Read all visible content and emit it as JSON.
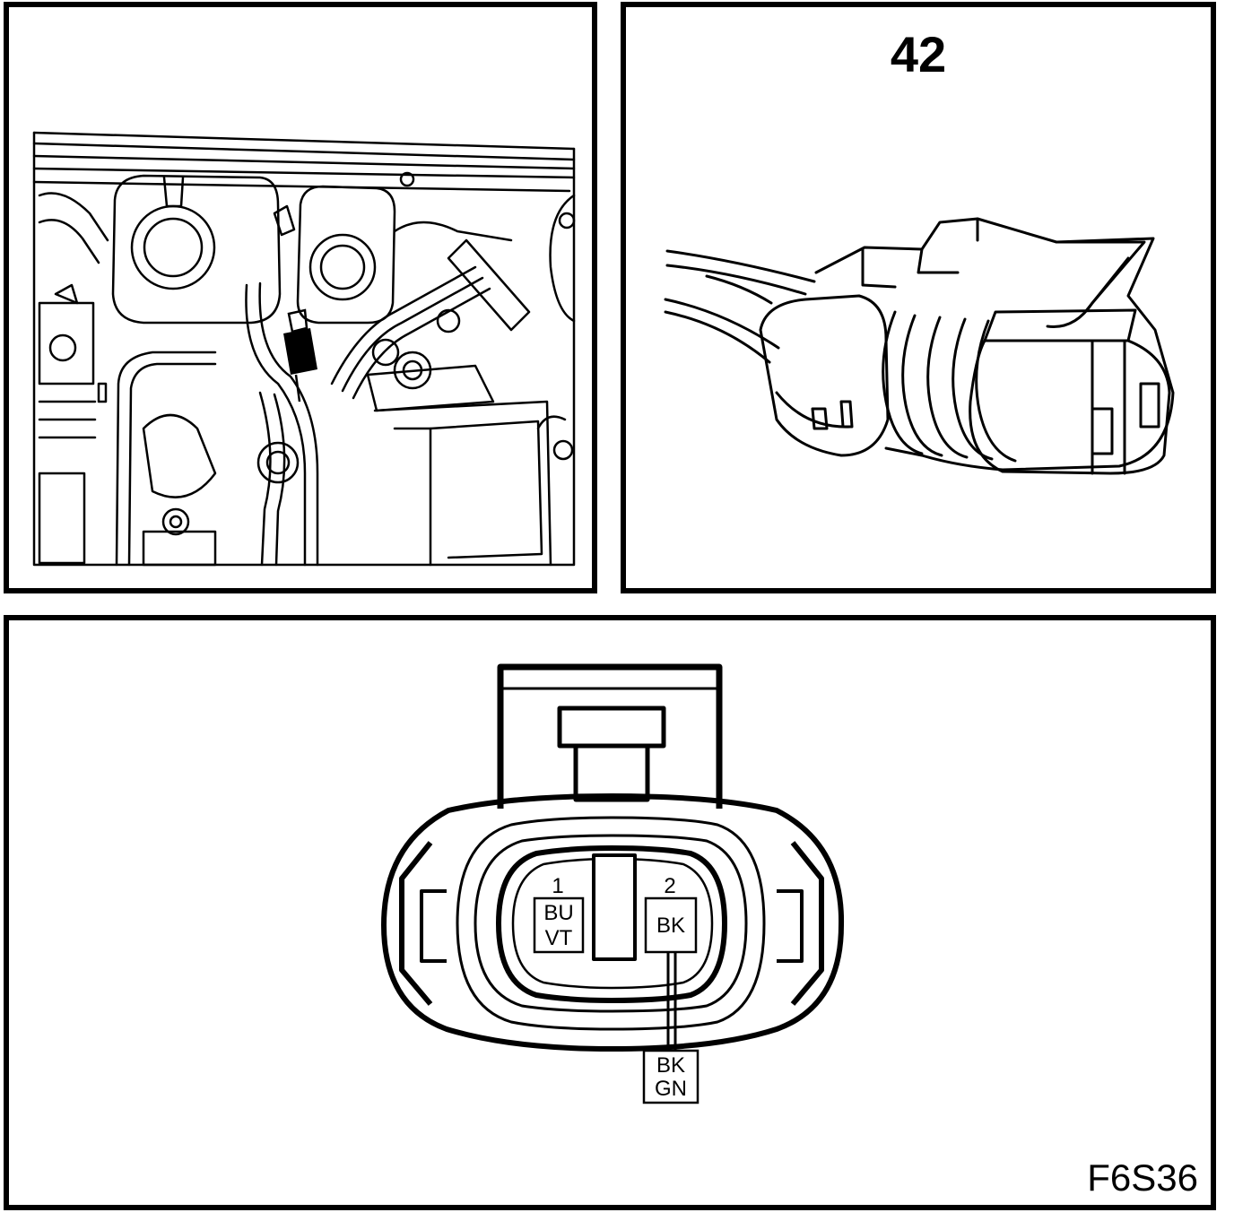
{
  "connector": {
    "number": "42"
  },
  "pinout": {
    "pins": [
      {
        "number": "1",
        "color_line1": "BU",
        "color_line2": "VT"
      },
      {
        "number": "2",
        "color_line1": "BK",
        "color_line2": ""
      }
    ],
    "wire": {
      "line1": "BK",
      "line2": "GN"
    }
  },
  "figure_code": "F6S36",
  "colors": {
    "line": "#000000",
    "background": "#ffffff",
    "highlight": "#000000"
  }
}
